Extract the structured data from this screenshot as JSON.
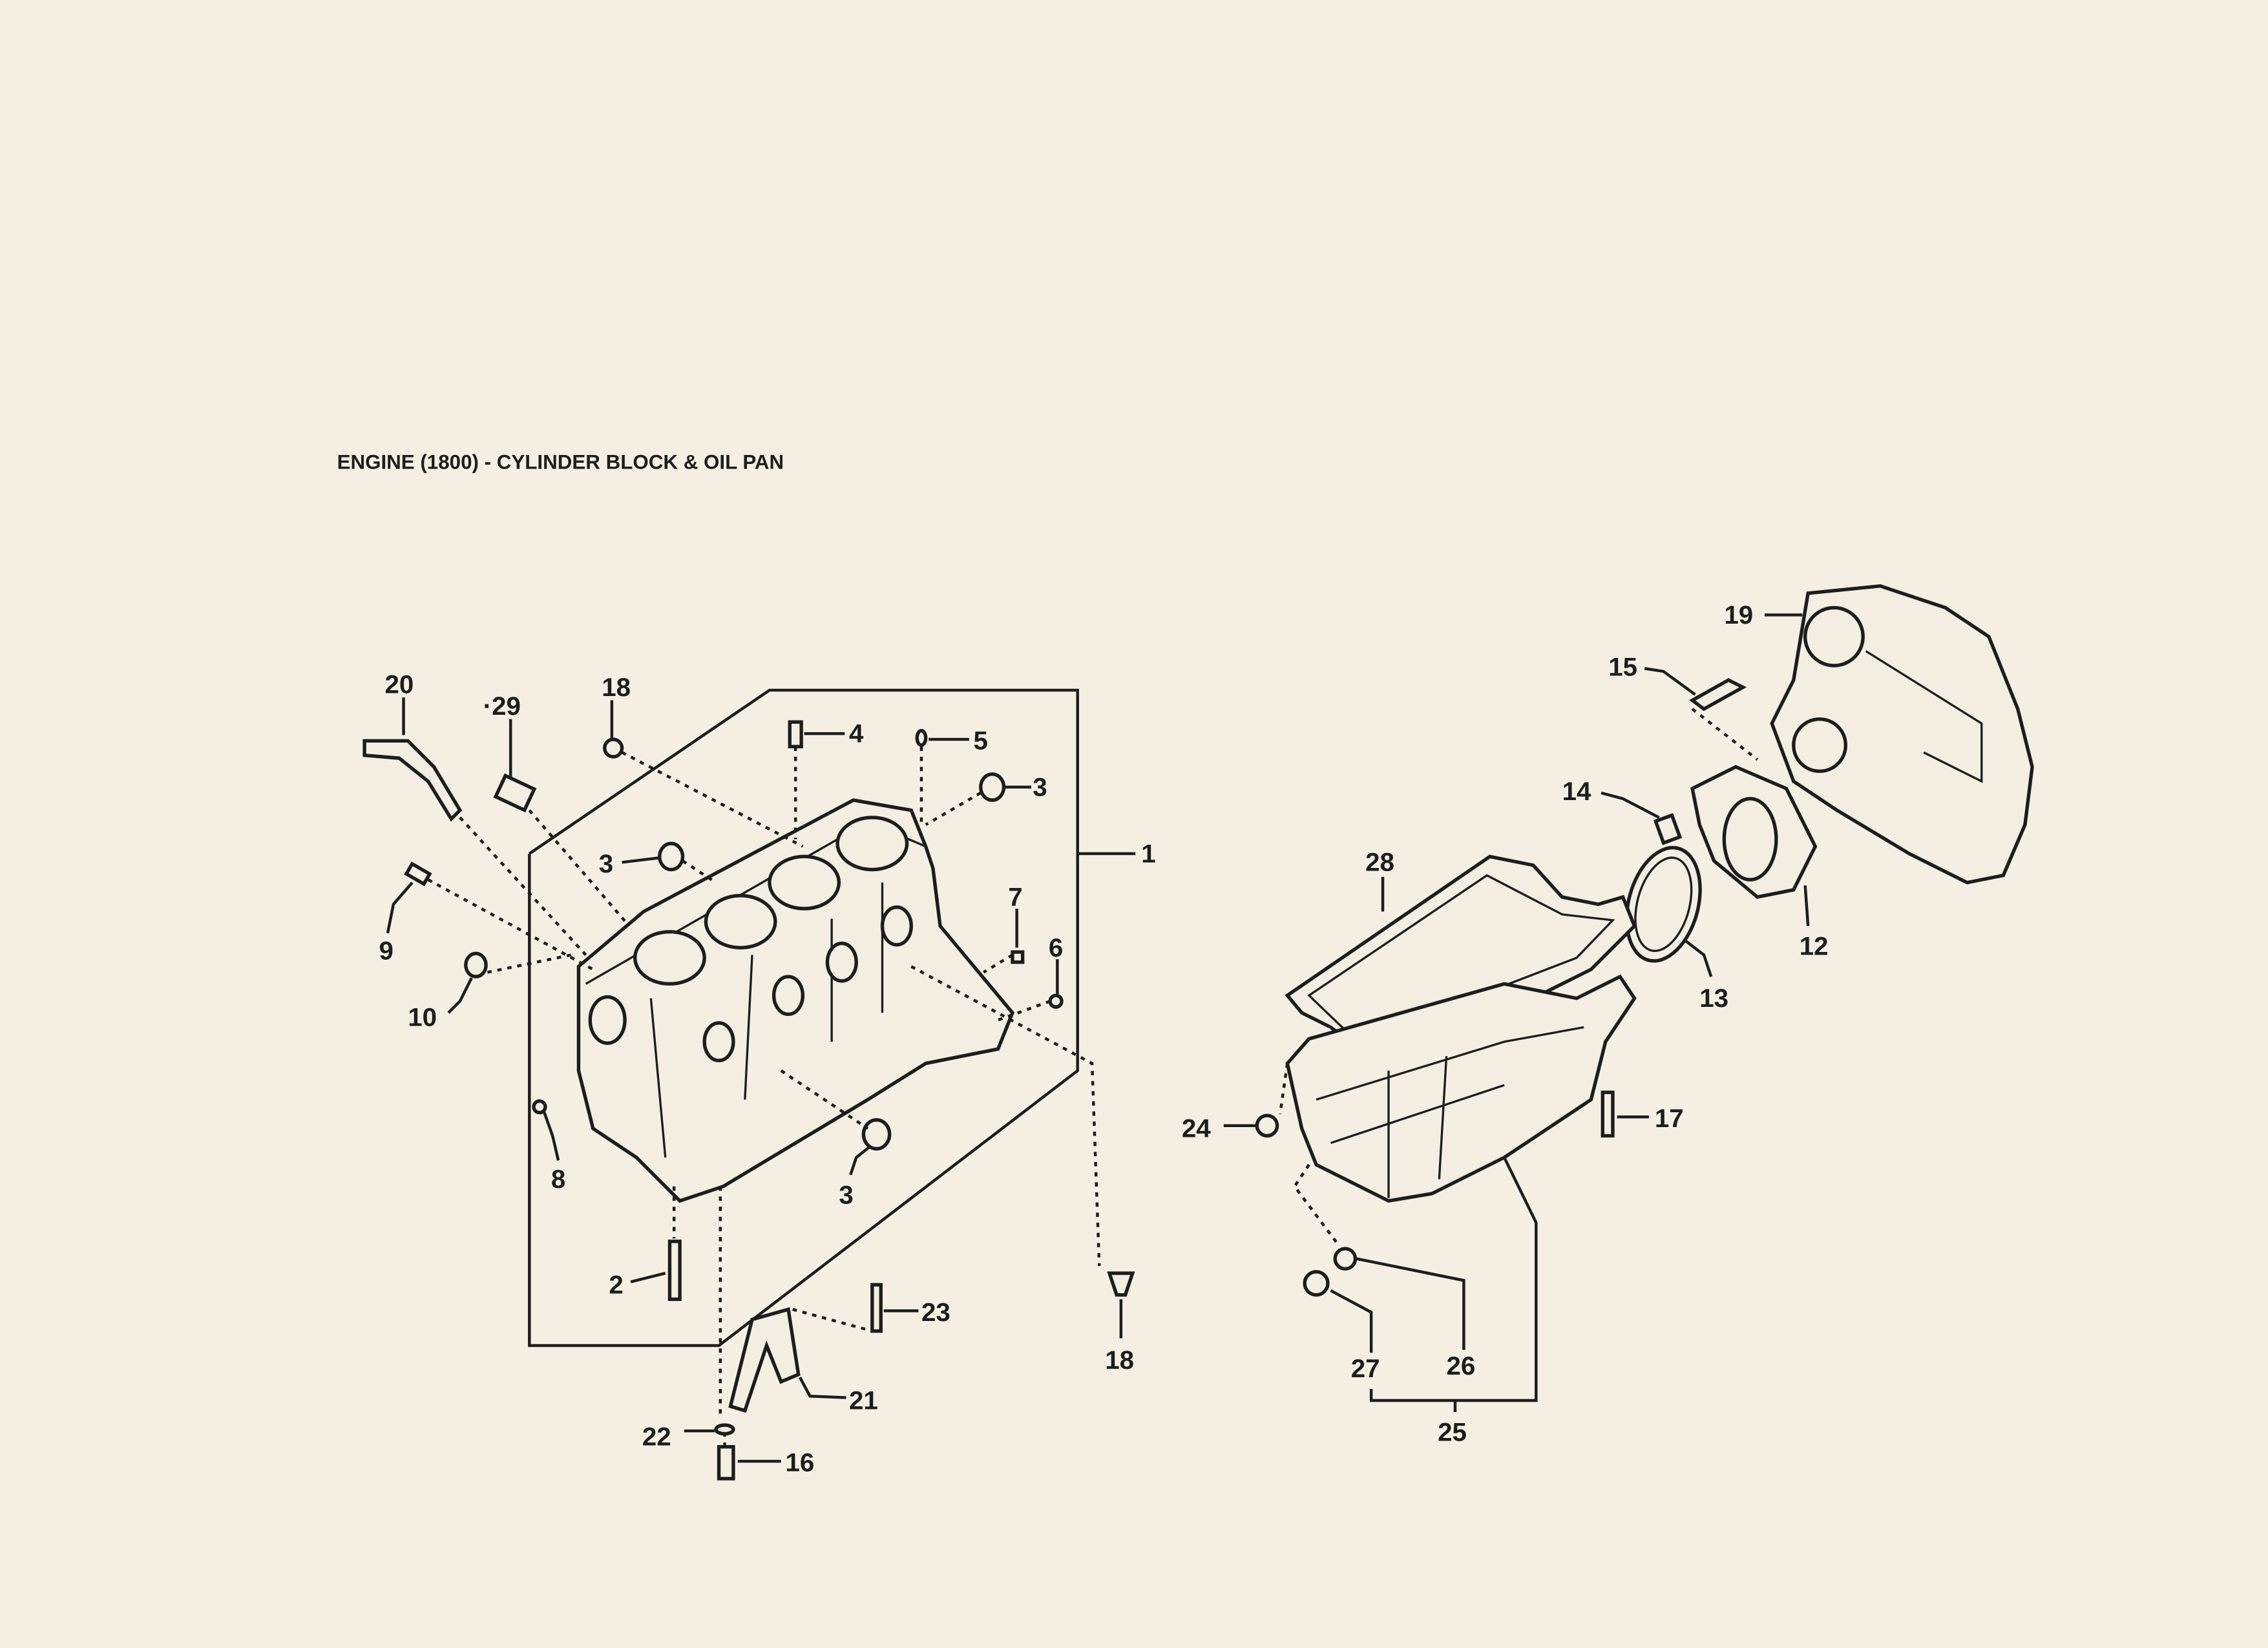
{
  "title": "ENGINE (1800) - CYLINDER BLOCK & OIL PAN",
  "callouts": {
    "c20": "20",
    "c29": "·29",
    "c18a": "18",
    "c4": "4",
    "c5": "5",
    "c3a": "3",
    "c1": "1",
    "c3b": "3",
    "c7": "7",
    "c9": "9",
    "c6": "6",
    "c10": "10",
    "c8": "8",
    "c3c": "3",
    "c2": "2",
    "c23": "23",
    "c18b": "18",
    "c21": "21",
    "c22": "22",
    "c16": "16",
    "c19": "19",
    "c15": "15",
    "c14": "14",
    "c28": "28",
    "c12": "12",
    "c13": "13",
    "c24": "24",
    "c17": "17",
    "c27": "27",
    "c26": "26",
    "c25": "25"
  }
}
